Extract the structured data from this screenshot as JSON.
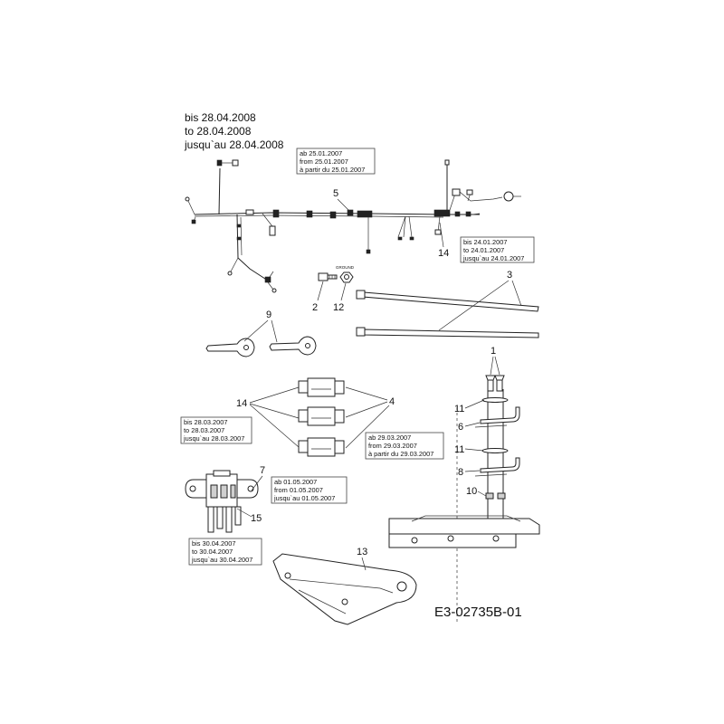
{
  "header": {
    "lines": [
      "bis 28.04.2008",
      "to 28.04.2008",
      "jusqu`au 28.04.2008"
    ]
  },
  "notes": {
    "n5": [
      "ab 25.01.2007",
      "from 25.01.2007",
      "à partir du 25.01.2007"
    ],
    "n14_top": [
      "bis 24.01.2007",
      "to 24.01.2007",
      "jusqu`au 24.01.2007"
    ],
    "n14_left": [
      "bis 28.03.2007",
      "to 28.03.2007",
      "jusqu`au 28.03.2007"
    ],
    "n4": [
      "ab 29.03.2007",
      "from 29.03.2007",
      "à partir du 29.03.2007"
    ],
    "n7": [
      "ab 01.05.2007",
      "from 01.05.2007",
      "jusqu`au 01.05.2007"
    ],
    "n15": [
      "bis 30.04.2007",
      "to 30.04.2007",
      "jusqu`au 30.04.2007"
    ]
  },
  "callouts": {
    "c1": "1",
    "c2": "2",
    "c3": "3",
    "c4": "4",
    "c5": "5",
    "c6": "6",
    "c7": "7",
    "c8": "8",
    "c9": "9",
    "c10": "10",
    "c11a": "11",
    "c11b": "11",
    "c12": "12",
    "c13": "13",
    "c14a": "14",
    "c14b": "14",
    "c15": "15"
  },
  "ground_label": "GROUND",
  "drawing_code": "E3-02735B-01"
}
